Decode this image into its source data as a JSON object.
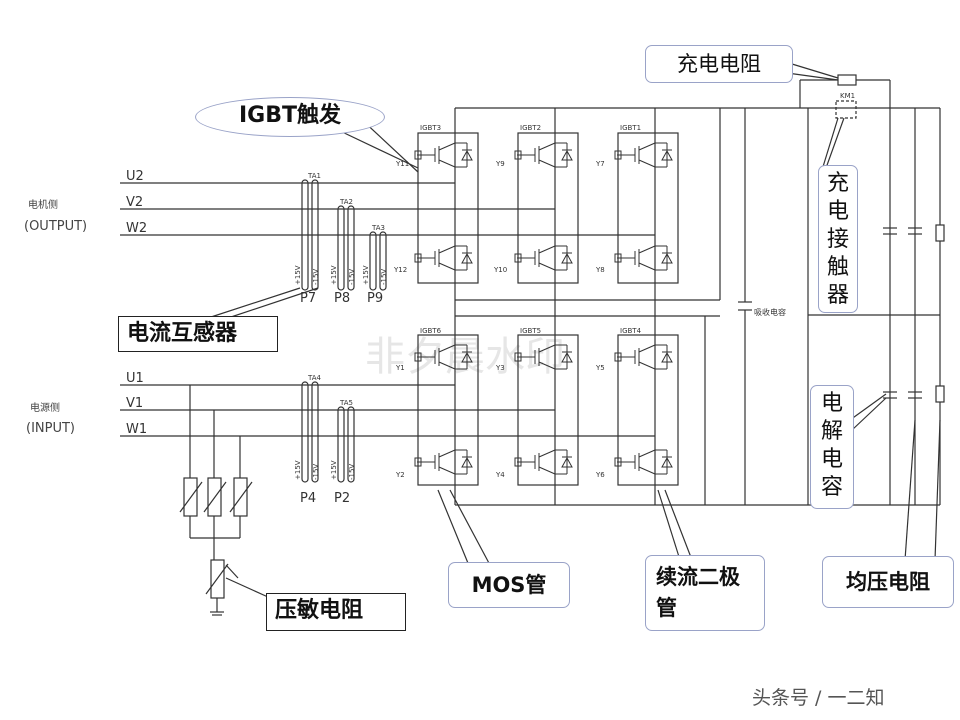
{
  "labels": {
    "igbt_trigger": "IGBT触发",
    "charge_resistor": "充电电阻",
    "charge_contactor": "充电接触器",
    "current_transformer": "电流互感器",
    "electrolytic_cap": "电解电容",
    "mos_tube": "MOS管",
    "freewheel_diode": "续流二极管",
    "balance_resistor": "均压电阻",
    "varistor": "压敏电阻",
    "watermark": "非夕晨水印",
    "footer": "头条号 / 一二知"
  },
  "side": {
    "motor_side": "电机侧",
    "output": "(OUTPUT)",
    "source_side": "电源侧",
    "input": "(INPUT)"
  },
  "phases": {
    "out": [
      "U2",
      "V2",
      "W2"
    ],
    "in": [
      "U1",
      "V1",
      "W1"
    ]
  },
  "sensors": {
    "ta": [
      "TA1",
      "TA2",
      "TA3",
      "TA4",
      "TA5"
    ],
    "plugs": [
      "P7",
      "P8",
      "P9",
      "P4",
      "P2"
    ],
    "v_pos": "+15V",
    "v_neg": "-15V"
  },
  "igbt": {
    "top": [
      "IGBT3",
      "IGBT2",
      "IGBT1"
    ],
    "bottom": [
      "IGBT6",
      "IGBT5",
      "IGBT4"
    ],
    "gates_top_upper": [
      "Y11",
      "Y9",
      "Y7"
    ],
    "gates_top_lower": [
      "Y12",
      "Y10",
      "Y8"
    ],
    "gates_bot_upper": [
      "Y1",
      "Y3",
      "Y5"
    ],
    "gates_bot_lower": [
      "Y2",
      "Y4",
      "Y6"
    ]
  },
  "snubber_cap": "吸收电容",
  "contactor_tag": "KM1",
  "colors": {
    "line": "#333333",
    "callout_border": "#9aa3c8",
    "watermark": "#e6e6e6"
  }
}
